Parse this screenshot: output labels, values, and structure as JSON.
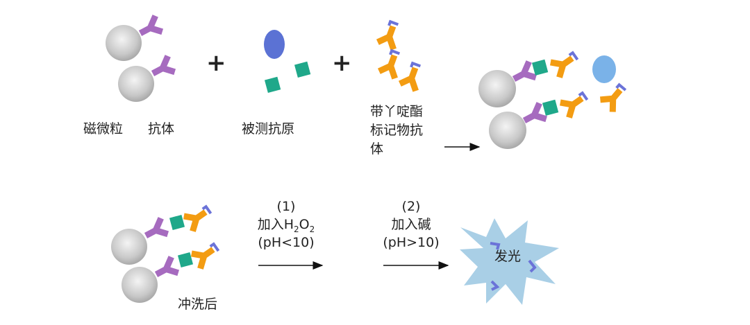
{
  "labels": {
    "magnetic_bead": "磁微粒",
    "antibody": "抗体",
    "target_antigen": "被测抗原",
    "acridinium_antibody_line1": "带丫啶酯",
    "acridinium_antibody_line2": "标记物抗",
    "acridinium_antibody_line3": "体",
    "after_wash": "冲洗后",
    "step1_num": "(1)",
    "step1_action": "加入H",
    "step1_sub1": "2",
    "step1_o": "O",
    "step1_sub2": "2",
    "step1_ph": "(pH<10)",
    "step2_num": "(2)",
    "step2_action": "加入碱",
    "step2_ph": "(pH>10)",
    "light_emission": "发光",
    "plus": "+"
  },
  "colors": {
    "capture_antibody": "#a66bbf",
    "labeled_antibody": "#f39c12",
    "acridinium_tag": "#6b73d8",
    "antigen_square": "#1fa88a",
    "antigen_ellipse": "#5b72d4",
    "free_antigen": "#7ab2e8",
    "star_fill": "#a9cfe6"
  }
}
